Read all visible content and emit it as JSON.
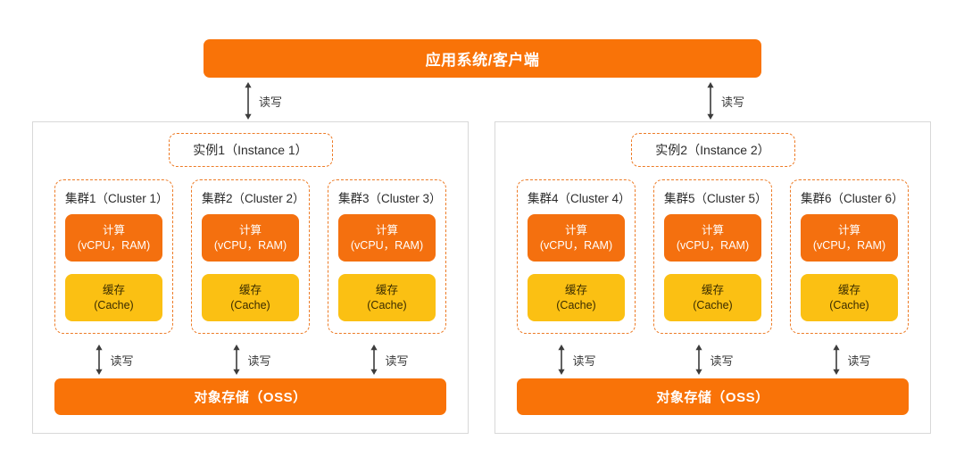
{
  "diagram": {
    "app_banner": {
      "label": "应用系统/客户端"
    },
    "rw_label": "读写",
    "panels": [
      {
        "instance_label": "实例1（Instance 1）",
        "clusters": [
          {
            "title": "集群1（Cluster 1）",
            "compute": {
              "line1": "计算",
              "line2": "(vCPU，RAM)"
            },
            "cache": {
              "line1": "缓存",
              "line2": "(Cache)"
            },
            "rw_label": "读写"
          },
          {
            "title": "集群2（Cluster 2）",
            "compute": {
              "line1": "计算",
              "line2": "(vCPU，RAM)"
            },
            "cache": {
              "line1": "缓存",
              "line2": "(Cache)"
            },
            "rw_label": "读写"
          },
          {
            "title": "集群3（Cluster 3）",
            "compute": {
              "line1": "计算",
              "line2": "(vCPU，RAM)"
            },
            "cache": {
              "line1": "缓存",
              "line2": "(Cache)"
            },
            "rw_label": "读写"
          }
        ],
        "storage": {
          "label": "对象存储（OSS）"
        },
        "top_rw_label": "读写"
      },
      {
        "instance_label": "实例2（Instance 2）",
        "clusters": [
          {
            "title": "集群4（Cluster 4）",
            "compute": {
              "line1": "计算",
              "line2": "(vCPU，RAM)"
            },
            "cache": {
              "line1": "缓存",
              "line2": "(Cache)"
            },
            "rw_label": "读写"
          },
          {
            "title": "集群5（Cluster 5）",
            "compute": {
              "line1": "计算",
              "line2": "(vCPU，RAM)"
            },
            "cache": {
              "line1": "缓存",
              "line2": "(Cache)"
            },
            "rw_label": "读写"
          },
          {
            "title": "集群6（Cluster 6）",
            "compute": {
              "line1": "计算",
              "line2": "(vCPU，RAM)"
            },
            "cache": {
              "line1": "缓存",
              "line2": "(Cache)"
            },
            "rw_label": "读写"
          }
        ],
        "storage": {
          "label": "对象存储（OSS）"
        },
        "top_rw_label": "读写"
      }
    ],
    "colors": {
      "banner_orange": "#F97308",
      "compute_orange": "#F4700F",
      "cache_yellow": "#FBC013",
      "dashed_border": "#ED7B26",
      "panel_border": "#d8d8d8",
      "arrow_gray": "#3c3c3c",
      "background": "#ffffff"
    }
  }
}
